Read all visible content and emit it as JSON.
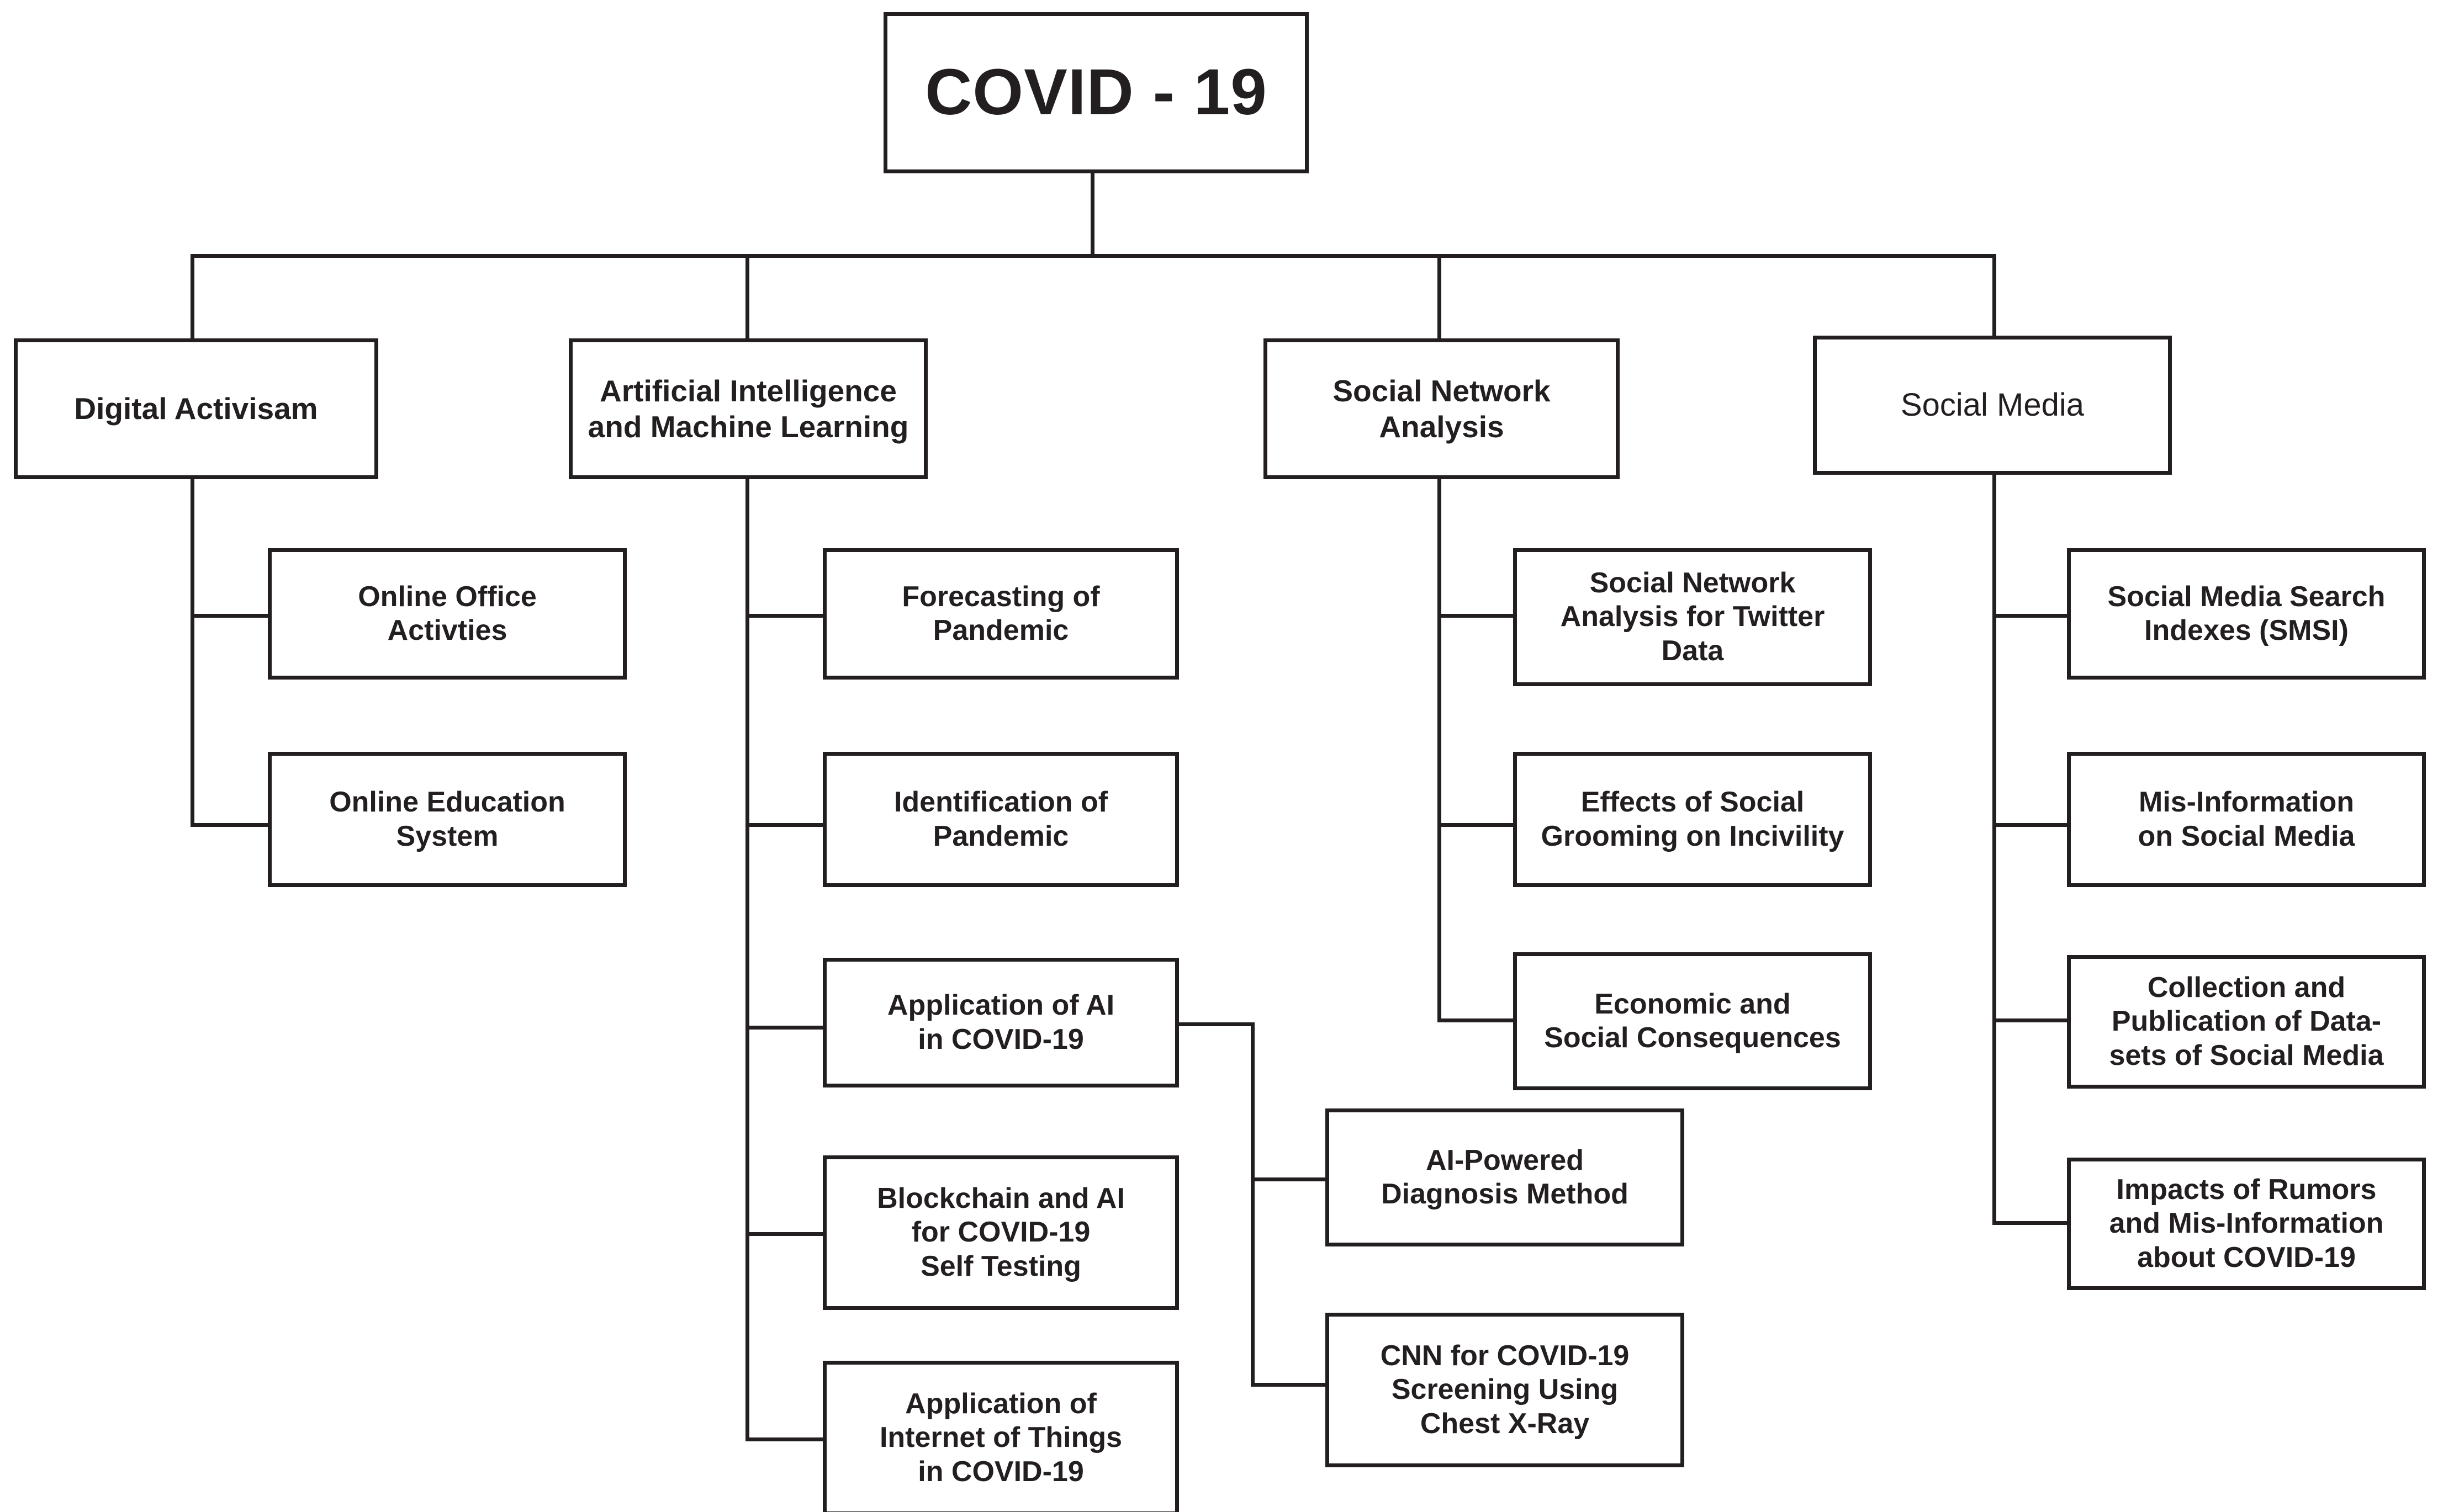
{
  "diagram": {
    "type": "hierarchy-tree",
    "title": "COVID - 19 research taxonomy",
    "colors": {
      "line": "#231f20",
      "text": "#231f20",
      "background": "#ffffff"
    },
    "root": {
      "label": "COVID - 19"
    },
    "branches": [
      {
        "label": "Digital Activisam",
        "children": [
          {
            "label": "Online Office\nActivties"
          },
          {
            "label": "Online Education\nSystem"
          }
        ]
      },
      {
        "label": "Artificial Intelligence\nand Machine Learning",
        "children": [
          {
            "label": "Forecasting of\nPandemic"
          },
          {
            "label": "Identification of\nPandemic"
          },
          {
            "label": "Application of AI\nin COVID-19",
            "children": [
              {
                "label": "AI-Powered\nDiagnosis Method"
              },
              {
                "label": "CNN for COVID-19\nScreening Using\nChest X-Ray"
              }
            ]
          },
          {
            "label": "Blockchain and AI\nfor COVID-19\nSelf Testing"
          },
          {
            "label": "Application of\nInternet of Things\nin COVID-19"
          }
        ]
      },
      {
        "label": "Social Network\nAnalysis",
        "children": [
          {
            "label": "Social Network\nAnalysis for Twitter\nData"
          },
          {
            "label": "Effects of Social\nGrooming on Incivility"
          },
          {
            "label": "Economic and\nSocial Consequences"
          }
        ]
      },
      {
        "label": "Social Media",
        "children": [
          {
            "label": "Social Media Search\nIndexes (SMSI)"
          },
          {
            "label": "Mis-Information\non Social Media"
          },
          {
            "label": "Collection and\nPublication of Data-\nsets of Social Media"
          },
          {
            "label": "Impacts of Rumors\nand Mis-Information\nabout COVID-19"
          }
        ]
      }
    ]
  }
}
